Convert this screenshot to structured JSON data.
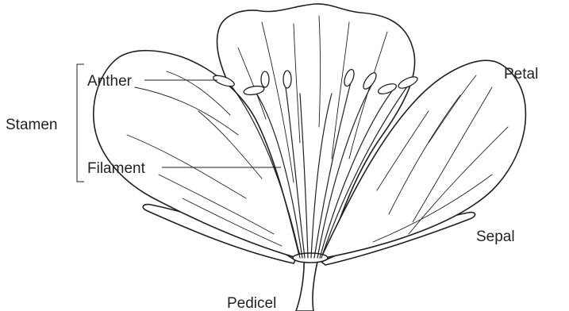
{
  "labels": {
    "anther": "Anther",
    "stamen": "Stamen",
    "filament": "Filament",
    "petal": "Petal",
    "sepal": "Sepal",
    "pedicel": "Pedicel"
  },
  "colors": {
    "line": "#231f20",
    "background": "#ffffff"
  }
}
